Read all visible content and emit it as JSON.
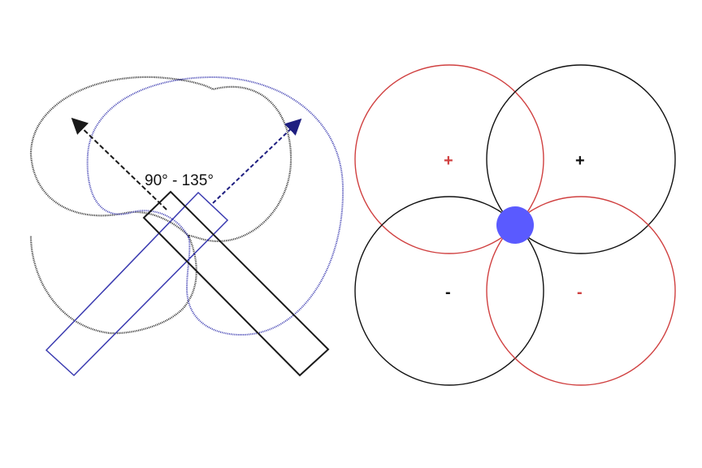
{
  "mic_diagram": {
    "angle_label": "90° - 135°",
    "colors": {
      "front_mic": "#222222",
      "rear_mic": "#3a3ab0",
      "arrow": "#1a1a1a",
      "arrow_rear": "#1e1e80"
    }
  },
  "figure8_diagram": {
    "lobes": [
      {
        "position": "top-left",
        "sign": "+",
        "color": "#d04040"
      },
      {
        "position": "top-right",
        "sign": "+",
        "color": "#111111"
      },
      {
        "position": "bottom-left",
        "sign": "-",
        "color": "#111111"
      },
      {
        "position": "bottom-right",
        "sign": "-",
        "color": "#d04040"
      }
    ],
    "center_dot_color": "#5a5aff"
  }
}
